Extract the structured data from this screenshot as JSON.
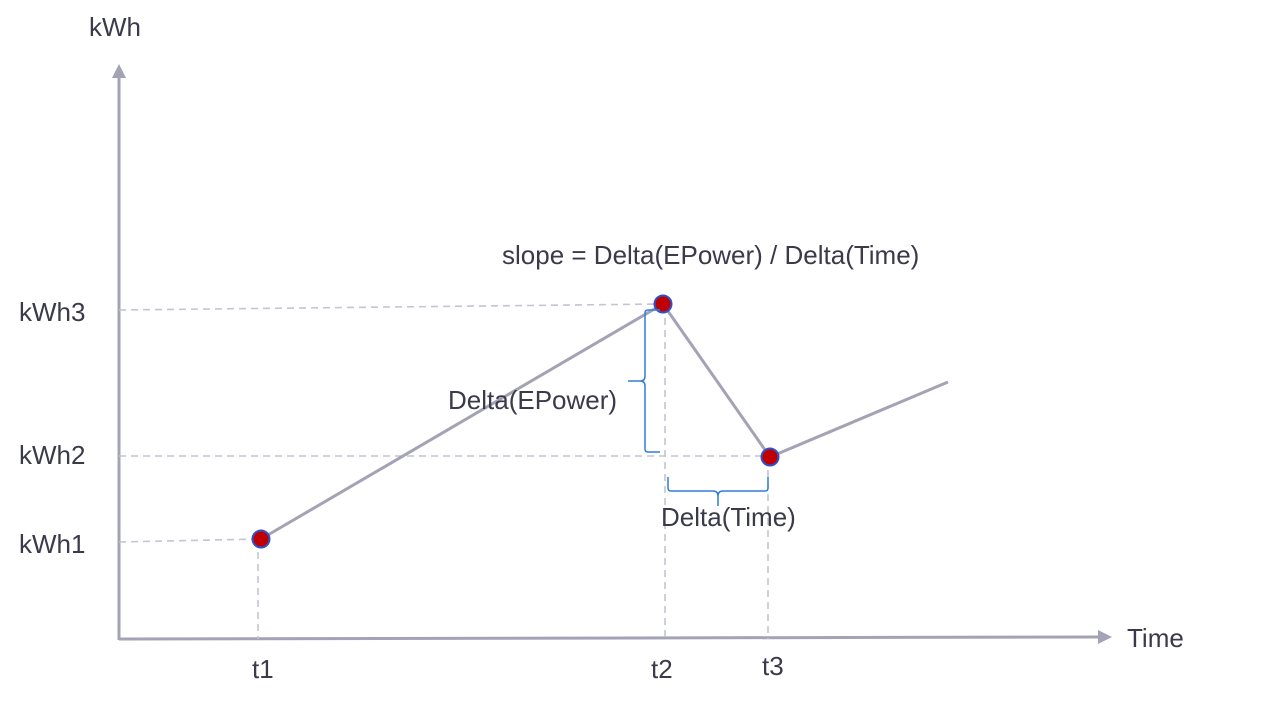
{
  "diagram": {
    "y_axis_label": "kWh",
    "x_axis_label": "Time",
    "y_ticks": [
      "kWh3",
      "kWh2",
      "kWh1"
    ],
    "x_ticks": [
      "t1",
      "t2",
      "t3"
    ],
    "formula": "slope = Delta(EPower) / Delta(Time)",
    "delta_power_label": "Delta(EPower)",
    "delta_time_label": "Delta(Time)"
  },
  "colors": {
    "axis": "#a3a3b5",
    "line": "#a3a3b5",
    "dashed": "#c4c4d2",
    "point_fill": "#c00000",
    "point_stroke": "#3050c8",
    "brace": "#2f7fd6",
    "text": "#3a3a4a"
  }
}
